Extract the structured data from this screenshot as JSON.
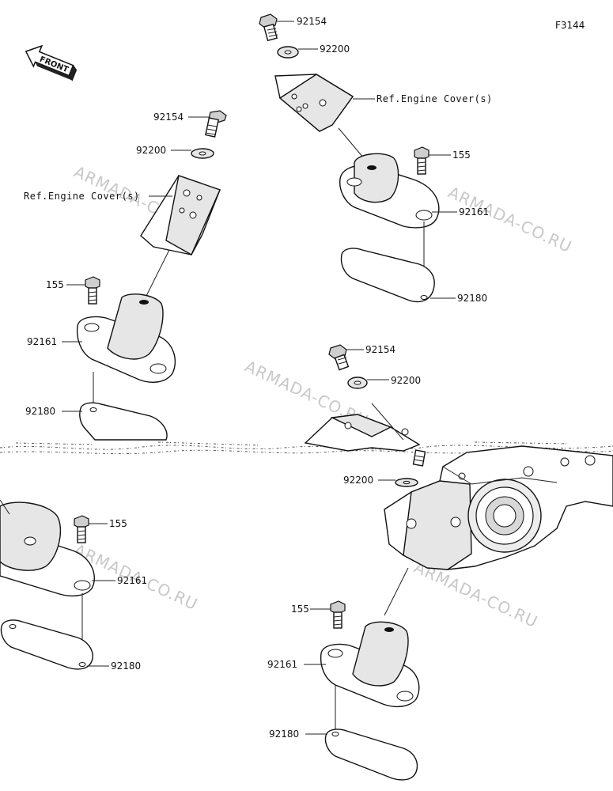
{
  "figure_code": "F3144",
  "front_label": "FRONT",
  "watermark": "ARMADA-CO.RU",
  "ref_engine_cover": "Ref.Engine Cover(s)",
  "parts": {
    "bolt_a": "92154",
    "washer": "92200",
    "bolt_b": "155",
    "mount": "92161",
    "plate": "92180"
  }
}
